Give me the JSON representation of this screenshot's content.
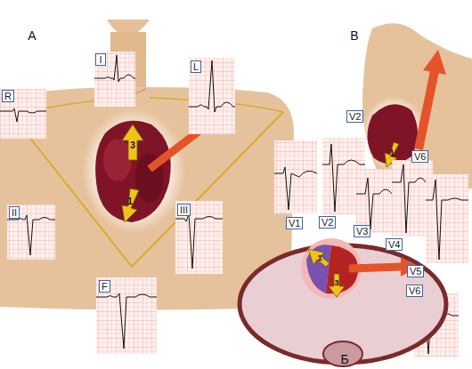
{
  "diagram": {
    "nodes": [
      {
        "text": [
          "I"
        ]
      },
      {
        "text": [
          "R"
        ]
      },
      {
        "text": [
          "L"
        ]
      },
      {
        "text": [
          "II"
        ]
      },
      {
        "text": [
          "III"
        ]
      },
      {
        "text": [
          "F"
        ]
      },
      {
        "text": [
          "V1"
        ]
      },
      {
        "text": [
          "V2"
        ]
      },
      {
        "text": [
          "V3"
        ]
      },
      {
        "text": [
          "V4"
        ]
      },
      {
        "text": [
          "V5"
        ]
      },
      {
        "text": [
          "V6"
        ]
      },
      {
        "text": [
          "V2"
        ]
      },
      {
        "text": [
          "V6"
        ]
      }
    ],
    "labels": [
      "А",
      "В",
      "3",
      "1",
      "1",
      "1",
      "3",
      "Б"
    ]
  }
}
